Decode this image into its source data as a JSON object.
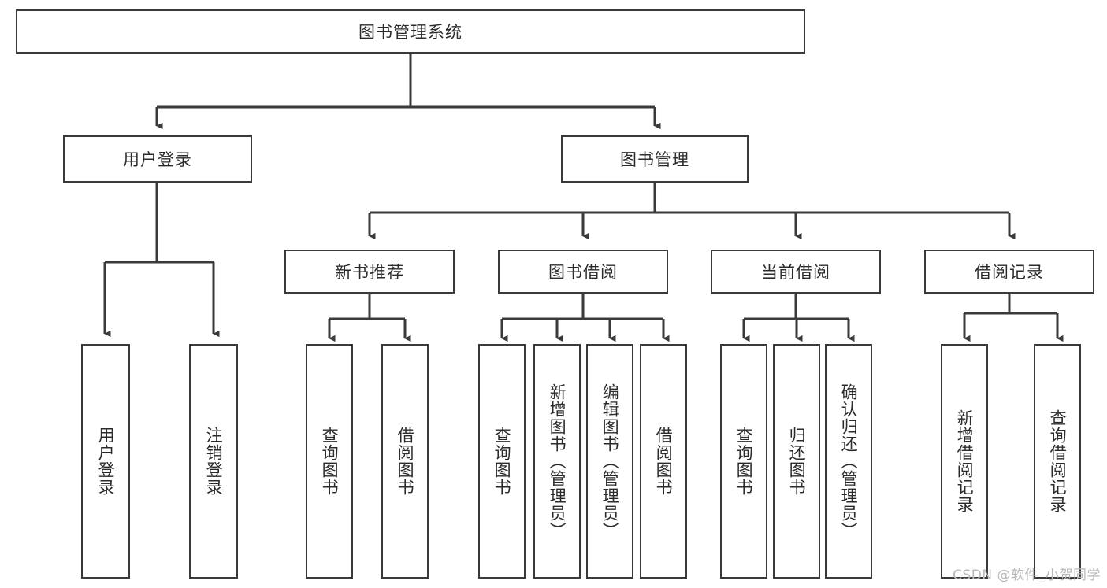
{
  "diagram": {
    "title": "图书管理系统",
    "type": "tree-hierarchy",
    "stroke_color": "#3a3a3a",
    "text_color": "#2b2b2b",
    "background_color": "#ffffff",
    "root": {
      "id": "root",
      "label": "图书管理系统",
      "orientation": "horizontal"
    },
    "level2": [
      {
        "id": "user-login",
        "label": "用户登录",
        "orientation": "horizontal"
      },
      {
        "id": "book-manage",
        "label": "图书管理",
        "orientation": "horizontal"
      }
    ],
    "level3": [
      {
        "id": "new-book-recommend",
        "label": "新书推荐",
        "orientation": "horizontal",
        "parent": "book-manage"
      },
      {
        "id": "book-borrow",
        "label": "图书借阅",
        "orientation": "horizontal",
        "parent": "book-manage"
      },
      {
        "id": "current-borrow",
        "label": "当前借阅",
        "orientation": "horizontal",
        "parent": "book-manage"
      },
      {
        "id": "borrow-record",
        "label": "借阅记录",
        "orientation": "horizontal",
        "parent": "book-manage"
      }
    ],
    "leaves": [
      {
        "id": "leaf-user-login",
        "label": "用户登录",
        "orientation": "vertical",
        "parent": "user-login"
      },
      {
        "id": "leaf-logout",
        "label": "注销登录",
        "orientation": "vertical",
        "parent": "user-login"
      },
      {
        "id": "leaf-query-book-1",
        "label": "查询图书",
        "orientation": "vertical",
        "parent": "new-book-recommend"
      },
      {
        "id": "leaf-borrow-book-1",
        "label": "借阅图书",
        "orientation": "vertical",
        "parent": "new-book-recommend"
      },
      {
        "id": "leaf-query-book-2",
        "label": "查询图书",
        "orientation": "vertical",
        "parent": "book-borrow"
      },
      {
        "id": "leaf-add-book",
        "label": "新增图书（管理员）",
        "orientation": "vertical",
        "parent": "book-borrow"
      },
      {
        "id": "leaf-edit-book",
        "label": "编辑图书（管理员）",
        "orientation": "vertical",
        "parent": "book-borrow"
      },
      {
        "id": "leaf-borrow-book-2",
        "label": "借阅图书",
        "orientation": "vertical",
        "parent": "book-borrow"
      },
      {
        "id": "leaf-query-book-3",
        "label": "查询图书",
        "orientation": "vertical",
        "parent": "current-borrow"
      },
      {
        "id": "leaf-return-book",
        "label": "归还图书",
        "orientation": "vertical",
        "parent": "current-borrow"
      },
      {
        "id": "leaf-confirm-return",
        "label": "确认归还（管理员）",
        "orientation": "vertical",
        "parent": "current-borrow"
      },
      {
        "id": "leaf-add-record",
        "label": "新增借阅记录",
        "orientation": "vertical",
        "parent": "borrow-record"
      },
      {
        "id": "leaf-query-record",
        "label": "查询借阅记录",
        "orientation": "vertical",
        "parent": "borrow-record"
      }
    ]
  },
  "watermark": {
    "text": "CSDN @软件_小贺同学",
    "color": "#b9b9b9"
  }
}
